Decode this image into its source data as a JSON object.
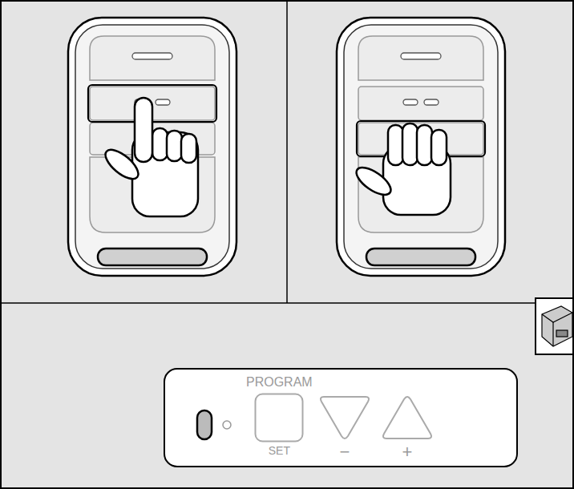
{
  "diagram": {
    "nodes": [
      {
        "text": [
          "PROGRAM",
          "SET"
        ]
      },
      {
        "text": [
          "−"
        ]
      },
      {
        "text": [
          "+"
        ]
      }
    ]
  }
}
